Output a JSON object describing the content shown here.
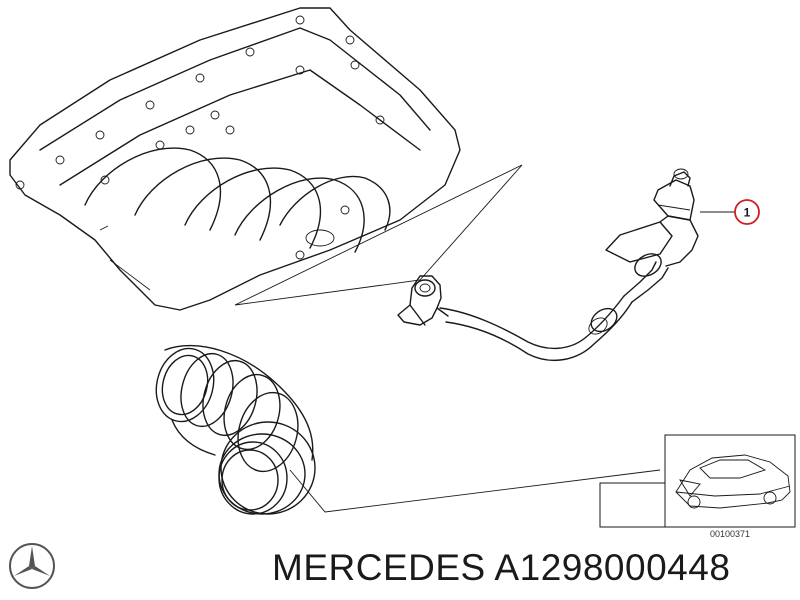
{
  "diagram": {
    "callout_number": "1",
    "reference_code": "00100371",
    "callout_color": "#cc1f1f"
  },
  "caption": {
    "brand": "MERCEDES",
    "part_number": "A1298000448",
    "title": "MERCEDES A1298000448"
  },
  "icons": {
    "logo": "mercedes-star-icon"
  }
}
